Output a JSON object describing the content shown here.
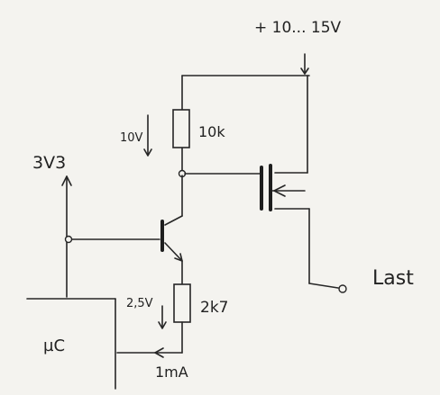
{
  "supply_label": "+ 10... 15V",
  "rail_label": "3V3",
  "labels": {
    "upper_drop": "10V",
    "upper_resistor": "10k",
    "lower_drop": "2,5V",
    "lower_resistor": "2k7",
    "current": "1mA",
    "microcontroller": "µC",
    "load": "Last"
  }
}
